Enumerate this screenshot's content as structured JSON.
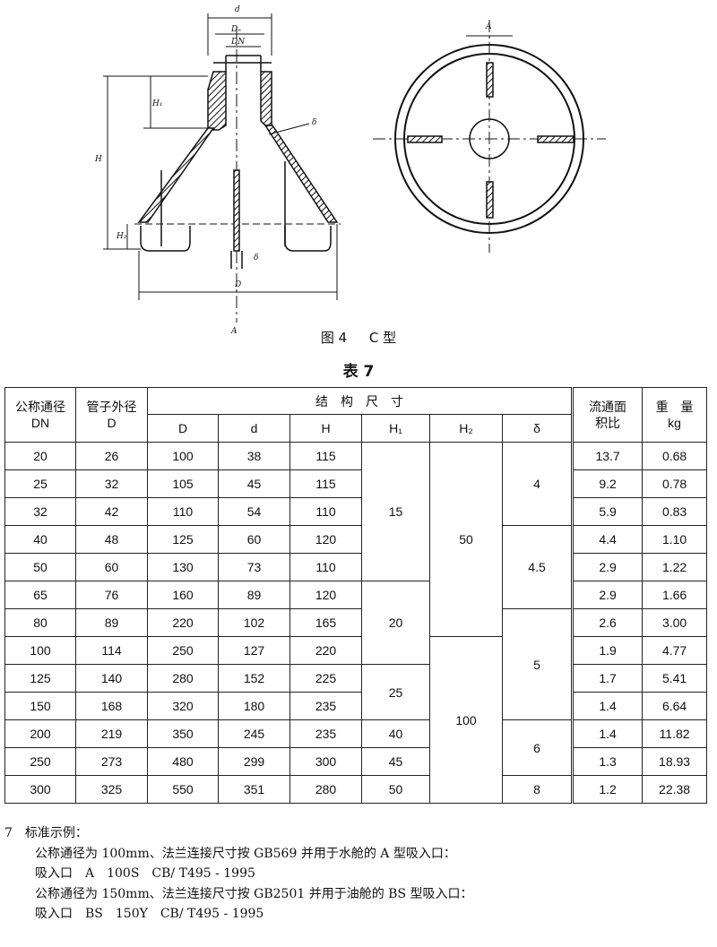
{
  "figure": {
    "side_labels": {
      "d": "d",
      "Dn": "Dₙ",
      "DN": "DN",
      "H1": "H₁",
      "H": "H",
      "H2": "H₂",
      "delta1": "δ",
      "delta2": "δ",
      "D": "D",
      "A_bottom": "A"
    },
    "top_label_A": "A"
  },
  "caption": {
    "fig": "图 4",
    "type": "C 型"
  },
  "table_title": "表 7",
  "table": {
    "headers": {
      "dn": "公称通径\nDN",
      "pipe": "管子外径\nD",
      "group": "结　构　尺　寸",
      "D": "D",
      "d": "d",
      "H": "H",
      "H1": "H₁",
      "H2": "H₂",
      "delta": "δ",
      "ratio": "流通面\n积比",
      "weight": "重　量\nkg"
    },
    "rows": [
      {
        "dn": "20",
        "pipe": "26",
        "D": "100",
        "d": "38",
        "H": "115",
        "ratio": "13.7",
        "w": "0.68"
      },
      {
        "dn": "25",
        "pipe": "32",
        "D": "105",
        "d": "45",
        "H": "115",
        "ratio": "9.2",
        "w": "0.78"
      },
      {
        "dn": "32",
        "pipe": "42",
        "D": "110",
        "d": "54",
        "H": "110",
        "ratio": "5.9",
        "w": "0.83"
      },
      {
        "dn": "40",
        "pipe": "48",
        "D": "125",
        "d": "60",
        "H": "120",
        "ratio": "4.4",
        "w": "1.10"
      },
      {
        "dn": "50",
        "pipe": "60",
        "D": "130",
        "d": "73",
        "H": "110",
        "ratio": "2.9",
        "w": "1.22"
      },
      {
        "dn": "65",
        "pipe": "76",
        "D": "160",
        "d": "89",
        "H": "120",
        "ratio": "2.9",
        "w": "1.66"
      },
      {
        "dn": "80",
        "pipe": "89",
        "D": "220",
        "d": "102",
        "H": "165",
        "ratio": "2.6",
        "w": "3.00"
      },
      {
        "dn": "100",
        "pipe": "114",
        "D": "250",
        "d": "127",
        "H": "220",
        "ratio": "1.9",
        "w": "4.77"
      },
      {
        "dn": "125",
        "pipe": "140",
        "D": "280",
        "d": "152",
        "H": "225",
        "ratio": "1.7",
        "w": "5.41"
      },
      {
        "dn": "150",
        "pipe": "168",
        "D": "320",
        "d": "180",
        "H": "235",
        "ratio": "1.4",
        "w": "6.64"
      },
      {
        "dn": "200",
        "pipe": "219",
        "D": "350",
        "d": "245",
        "H": "235",
        "ratio": "1.4",
        "w": "11.82"
      },
      {
        "dn": "250",
        "pipe": "273",
        "D": "480",
        "d": "299",
        "H": "300",
        "ratio": "1.3",
        "w": "18.93"
      },
      {
        "dn": "300",
        "pipe": "325",
        "D": "550",
        "d": "351",
        "H": "280",
        "ratio": "1.2",
        "w": "22.38"
      }
    ],
    "merged": {
      "h1_a": "15",
      "h1_b": "20",
      "h1_c": "25",
      "h1_d": "40",
      "h1_e": "45",
      "h1_f": "50",
      "h2_a": "50",
      "h2_b": "100",
      "delta_a": "4",
      "delta_b": "4.5",
      "delta_c": "5",
      "delta_d": "6",
      "delta_e": "8"
    }
  },
  "notes": {
    "heading": "7　标准示例：",
    "line1": "公称通径为 100mm、法兰连接尺寸按 GB569 并用于水舱的 A 型吸入口：",
    "line2": "吸入口　A　100S　CB/ T495 - 1995",
    "line3": "公称通径为 150mm、法兰连接尺寸按 GB2501 并用于油舱的 BS 型吸入口：",
    "line4": "吸入口　BS　150Y　CB/ T495 - 1995"
  }
}
